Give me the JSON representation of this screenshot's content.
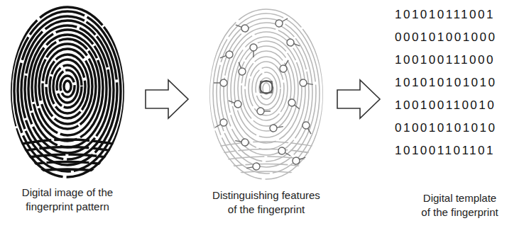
{
  "diagram": {
    "nodes": [
      {
        "text": [
          "Digital image of the fingerprint pattern"
        ]
      },
      {
        "text": [
          "Distinguishing features of the fingerprint"
        ]
      },
      {
        "text": [
          "Digital template of the fingerprint"
        ]
      }
    ],
    "edges": [
      {
        "from": 0,
        "to": 1,
        "arrow": "to"
      },
      {
        "from": 1,
        "to": 2,
        "arrow": "to"
      }
    ],
    "labels": [
      "101010111001",
      "000101001000",
      "100100111000",
      "101010101010",
      "100100110010",
      "010010101010",
      "101001101101"
    ]
  }
}
